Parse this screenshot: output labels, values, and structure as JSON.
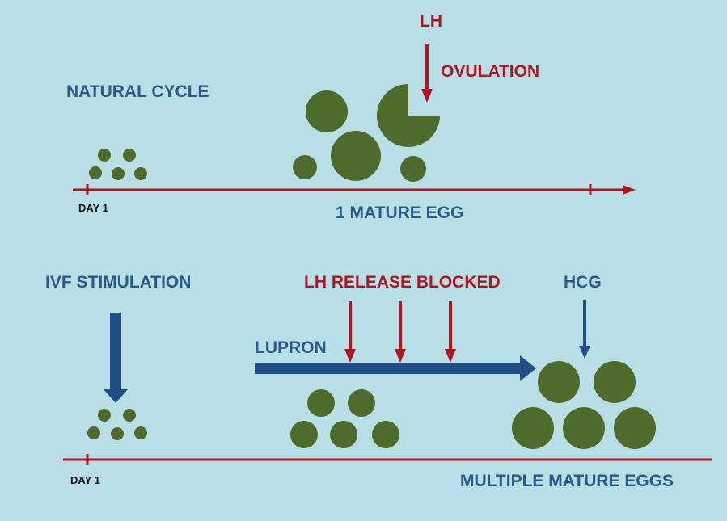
{
  "colors": {
    "background": "#b9dfe6",
    "title_blue": "#2a5a8c",
    "hormone_red": "#b0141e",
    "timeline_red": "#b0141e",
    "follicle_green": "#4f6b2b",
    "arrow_blue": "#1f4f86"
  },
  "natural": {
    "title": "NATURAL CYCLE",
    "day_label": "DAY 1",
    "lh_label": "LH",
    "ovulation_label": "OVULATION",
    "result_label": "1 MATURE EGG"
  },
  "ivf": {
    "title": "IVF STIMULATION",
    "day_label": "DAY 1",
    "blocked_label": "LH RELEASE BLOCKED",
    "lupron_label": "LUPRON",
    "hcg_label": "HCG",
    "result_label": "MULTIPLE MATURE EGGS"
  }
}
